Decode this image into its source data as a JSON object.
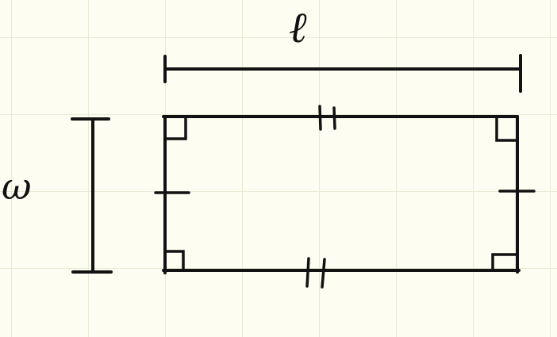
{
  "labels": {
    "length": "ℓ",
    "width": "ω"
  },
  "shape": "rectangle",
  "marks": {
    "right_angles": 4,
    "long_side_ticks": 2,
    "short_side_ticks": 1
  },
  "colors": {
    "ink": "#121212",
    "paper": "#fdfdf1",
    "grid": "#e6ecd6"
  }
}
